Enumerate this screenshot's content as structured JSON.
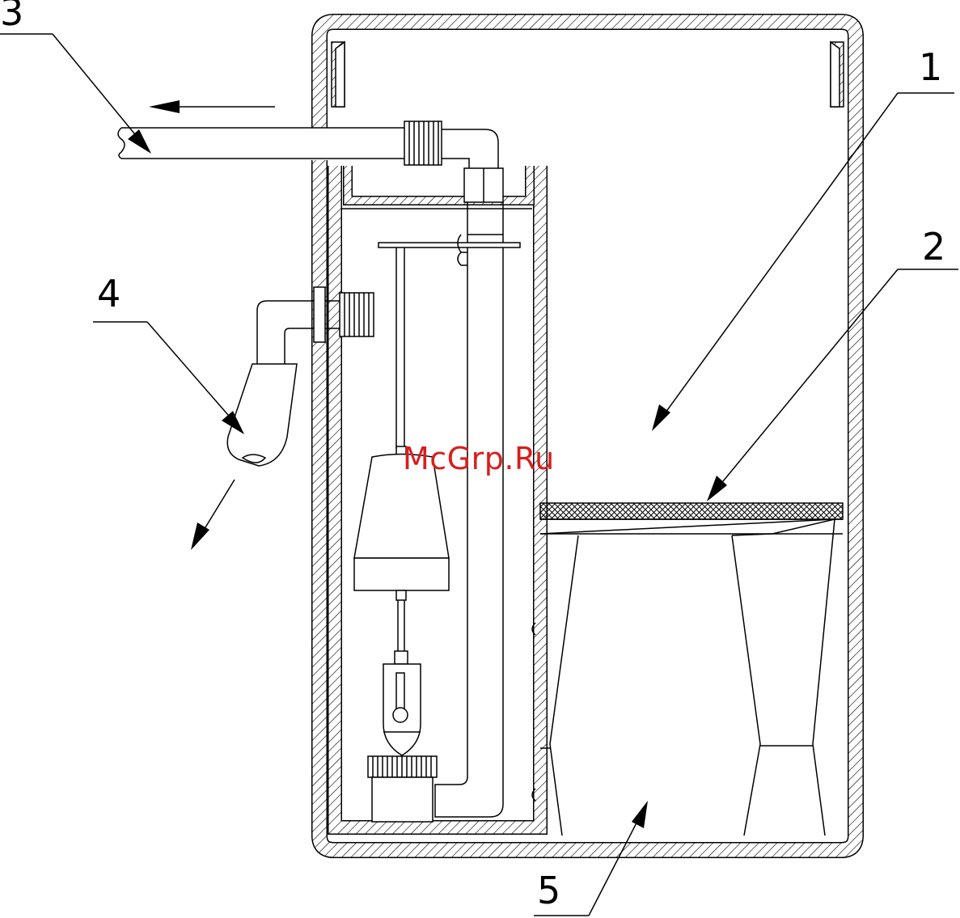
{
  "callouts": {
    "c1": "1",
    "c2": "2",
    "c3": "3",
    "c4": "4",
    "c5": "5"
  },
  "watermark": "McGrp.Ru"
}
